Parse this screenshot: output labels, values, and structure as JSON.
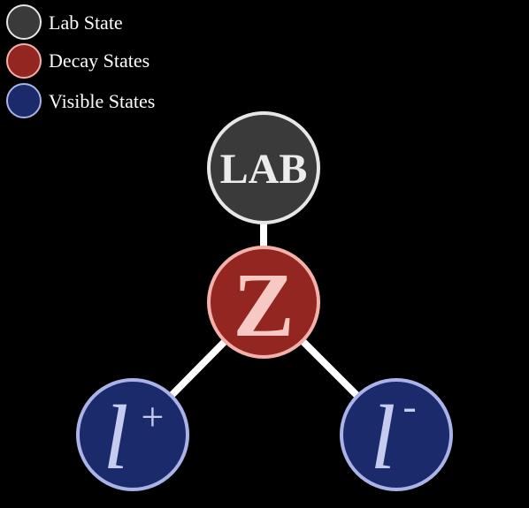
{
  "legend": {
    "items": [
      {
        "label": "Lab State",
        "color": "#3a3a3a"
      },
      {
        "label": "Decay States",
        "color": "#932620"
      },
      {
        "label": "Visible States",
        "color": "#1a2a6a"
      }
    ]
  },
  "nodes": {
    "lab": {
      "label": "LAB",
      "fill": "#3a3a3a",
      "stroke": "#e6e6e6",
      "text_color": "#ececec"
    },
    "z": {
      "label": "Z",
      "fill": "#932620",
      "stroke": "#f4b0aa",
      "text_color": "#f7c9c4"
    },
    "lepton_plus": {
      "symbol": "l",
      "superscript": "+",
      "fill": "#1a2a6a",
      "stroke": "#aab3e8",
      "text_color": "#c6ccf0"
    },
    "lepton_minus": {
      "symbol": "l",
      "superscript": "-",
      "fill": "#1a2a6a",
      "stroke": "#aab3e8",
      "text_color": "#c6ccf0"
    }
  },
  "edge_color": "#ffffff"
}
